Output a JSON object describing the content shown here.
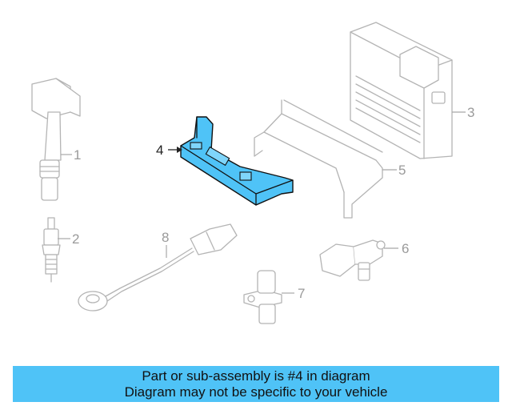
{
  "callouts": [
    {
      "id": "1",
      "label": "1"
    },
    {
      "id": "2",
      "label": "2"
    },
    {
      "id": "3",
      "label": "3"
    },
    {
      "id": "4",
      "label": "4"
    },
    {
      "id": "5",
      "label": "5"
    },
    {
      "id": "6",
      "label": "6"
    },
    {
      "id": "7",
      "label": "7"
    },
    {
      "id": "8",
      "label": "8"
    }
  ],
  "highlighted_part": "4",
  "banner": {
    "line1": "Part or sub-assembly is #4 in diagram",
    "line2": "Diagram may not be specific to your vehicle"
  },
  "colors": {
    "highlight": "#4fc3f7",
    "ghost_outline": "#b4b4b4",
    "banner_bg": "#4fc3f7"
  }
}
